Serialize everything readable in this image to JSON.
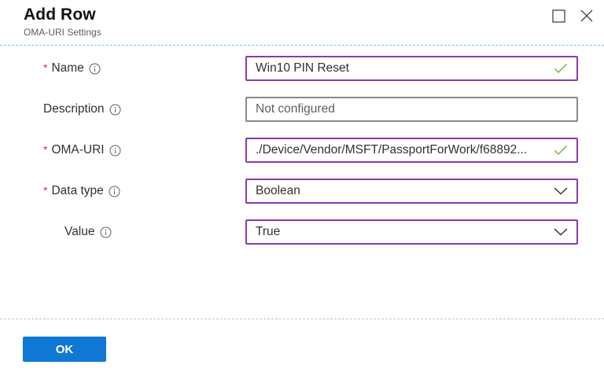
{
  "dialog": {
    "title": "Add Row",
    "subtitle": "OMA-URI Settings",
    "actions": [
      {
        "name": "maximize",
        "icon": "maximize-icon"
      },
      {
        "name": "close",
        "icon": "close-icon"
      }
    ]
  },
  "form": {
    "name": {
      "label": "Name",
      "required": true,
      "required_marker": "*",
      "info_icon": "info-icon",
      "value": "Win10 PIN Reset",
      "status_icon": "checkmark-icon"
    },
    "description": {
      "label": "Description",
      "required": false,
      "info_icon": "info-icon",
      "value": "",
      "placeholder": "Not configured"
    },
    "oma_uri": {
      "label": "OMA-URI",
      "required": true,
      "required_marker": "*",
      "info_icon": "info-icon",
      "value": "./Device/Vendor/MSFT/PassportForWork/f68892...",
      "status_icon": "checkmark-icon"
    },
    "data_type": {
      "label": "Data type",
      "required": true,
      "required_marker": "*",
      "info_icon": "info-icon",
      "selected": "Boolean",
      "dropdown_icon": "chevron-down-icon"
    },
    "value": {
      "label": "Value",
      "required": false,
      "info_icon": "info-icon",
      "selected": "True",
      "dropdown_icon": "chevron-down-icon"
    }
  },
  "footer": {
    "ok_label": "OK"
  },
  "colors": {
    "accent_border": "#8a3bb0",
    "required": "#d13438",
    "valid_check": "#6bb33f",
    "primary_button": "#0f78d4",
    "divider_top": "#7cc5d6"
  }
}
